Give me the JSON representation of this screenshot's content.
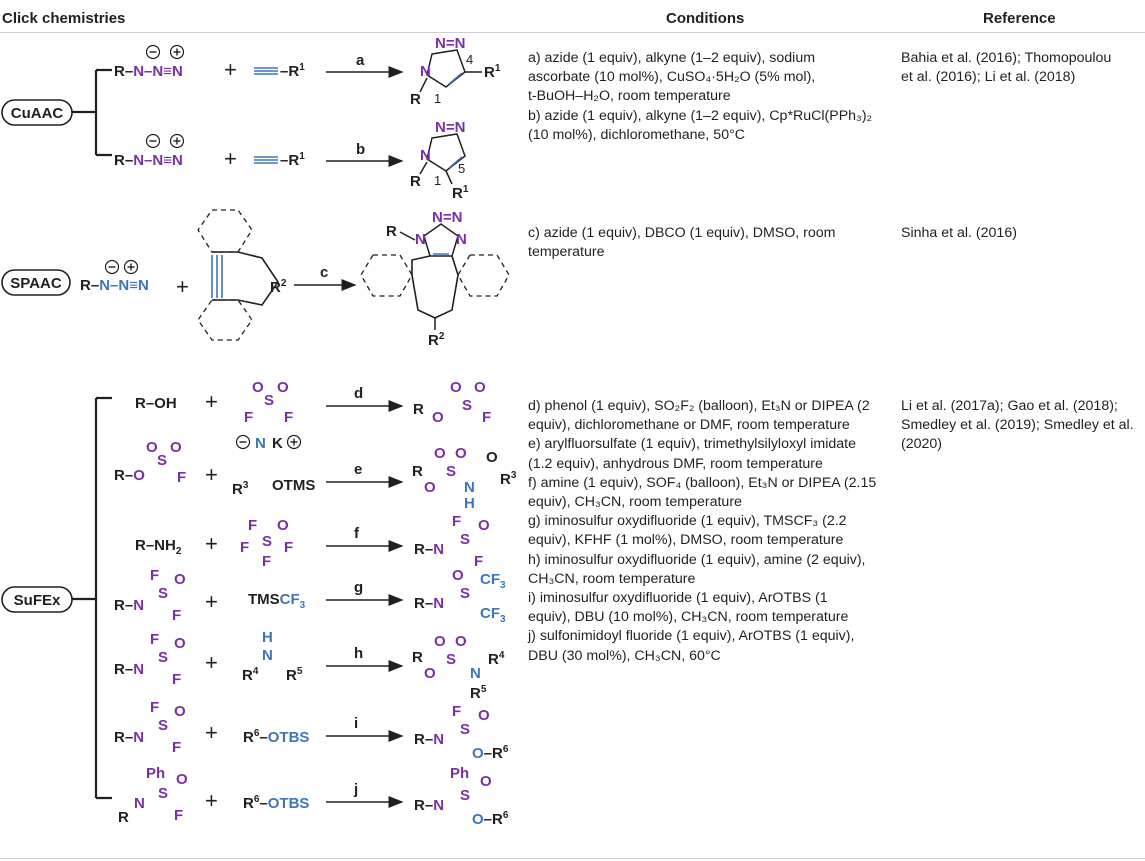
{
  "header": {
    "col_chem": "Click chemistries",
    "col_conditions": "Conditions",
    "col_reference": "Reference"
  },
  "groups": {
    "cuaac": "CuAAC",
    "spaac": "SPAAC",
    "sufex": "SuFEx"
  },
  "conditions": {
    "cuaac": [
      "a) azide (1 equiv), alkyne (1–2 equiv), sodium",
      "ascorbate (10 mol%), CuSO₄·5H₂O (5% mol),",
      "t-BuOH–H₂O, room temperature",
      "b) azide (1 equiv), alkyne (1–2 equiv), Cp*RuCl(PPh₃)₂",
      "(10 mol%), dichloromethane, 50°C"
    ],
    "spaac": [
      "c) azide (1 equiv), DBCO (1 equiv), DMSO, room",
      "temperature"
    ],
    "sufex": [
      "d) phenol (1 equiv), SO₂F₂ (balloon), Et₃N or DIPEA (2",
      "equiv), dichloromethane or DMF, room temperature",
      "e) arylfluorsulfate (1 equiv), trimethylsilyloxyl imidate",
      "(1.2 equiv), anhydrous DMF, room temperature",
      "f) amine (1 equiv), SOF₄ (balloon), Et₃N or DIPEA (2.15",
      "equiv), CH₃CN, room temperature",
      "g) iminosulfur oxydifluoride (1 equiv), TMSCF₃ (2.2",
      "equiv), KFHF (1 mol%), DMSO, room temperature",
      "h) iminosulfur oxydifluoride (1 equiv), amine (2 equiv),",
      "CH₃CN, room temperature",
      "i) iminosulfur oxydifluoride (1 equiv), ArOTBS (1",
      "equiv), DBU (10 mol%), CH₃CN, room temperature",
      "j) sulfonimidoyl fluoride (1 equiv), ArOTBS (1 equiv),",
      "DBU (30 mol%), CH₃CN, 60°C"
    ]
  },
  "references": {
    "cuaac": [
      "Bahia et al. (2016); Thomopoulou",
      "et al. (2016); Li et al. (2018)"
    ],
    "spaac": [
      "Sinha et al. (2016)"
    ],
    "sufex": [
      "Li et al. (2017a); Gao et al. (2018);",
      "Smedley et al. (2019); Smedley et al.",
      "(2020)"
    ]
  },
  "reactions": {
    "a": "a",
    "b": "b",
    "c": "c",
    "d": "d",
    "e": "e",
    "f": "f",
    "g": "g",
    "h": "h",
    "i": "i",
    "j": "j"
  },
  "colors": {
    "purple": "#7b2fa6",
    "blue": "#3d76bb",
    "text": "#231f20"
  }
}
